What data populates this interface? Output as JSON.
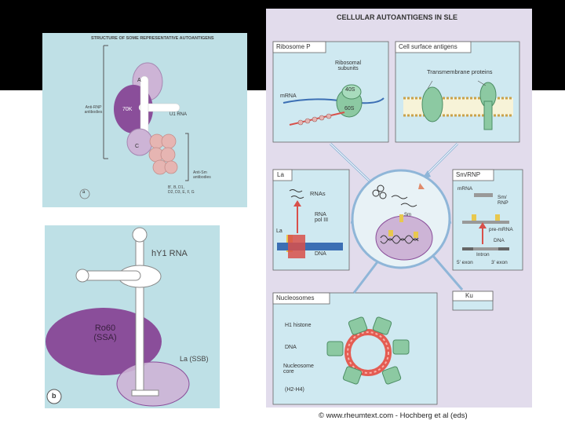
{
  "panel_a": {
    "title": "STRUCTURE OF SOME REPRESENTATIVE AUTOANTIGENS",
    "label_a": "A",
    "label_70k": "70K",
    "label_c": "C",
    "label_u1rna": "U1 RNA",
    "label_antirnp": [
      "Anti-RNP",
      "antibodies"
    ],
    "label_antism": [
      "Anti-Sm",
      "antibodies"
    ],
    "label_proteins": [
      "B', B, D1,",
      "D2, D3, E, F, G"
    ],
    "panel_letter": "a"
  },
  "panel_b": {
    "label_hy1": "hY1 RNA",
    "label_ro60": [
      "Ro60",
      "(SSA)"
    ],
    "label_la": "La (SSB)",
    "panel_letter": "b"
  },
  "panel_c": {
    "title": "CELLULAR AUTOANTIGENS IN SLE",
    "ribosome": {
      "title": "Ribosome P",
      "subunits": [
        "Ribosomal",
        "subunits"
      ],
      "s40": "40S",
      "s60": "60S",
      "mrna": "mRNA"
    },
    "cell_surface": {
      "title": "Cell surface antigens",
      "transmembrane": "Transmembrane proteins"
    },
    "la": {
      "title": "La",
      "rnas": "RNAs",
      "rna_pol": [
        "RNA",
        "pol III"
      ],
      "la_label": "La",
      "dna": "DNA"
    },
    "smrnp": {
      "title": "Sm/RNP",
      "mrna": "mRNA",
      "sm": [
        "Sm/",
        "RNP"
      ],
      "premrna": "pre-mRNA",
      "dna": "DNA",
      "intron": "Intron",
      "exon5": "5' exon",
      "exon3": "3' exon"
    },
    "ku": {
      "title": "Ku"
    },
    "nucleosomes": {
      "title": "Nucleosomes",
      "h1": "H1 histone",
      "dna": "DNA",
      "core": [
        "Nucleosome",
        "core"
      ],
      "h2h4": "(H2-H4)"
    },
    "center_sm": "Sm"
  },
  "credit": "© www.rheumtext.com - Hochberg et al (eds)",
  "colors": {
    "teal_bg": "#bfe0e6",
    "lavender_bg": "#e2dcec",
    "purple": "#8a4e9a",
    "light_purple": "#cdb4d6",
    "pink": "#e6b5b2",
    "green": "#8cc9a2",
    "red": "#d8504a",
    "blue": "#3c6fb4"
  }
}
